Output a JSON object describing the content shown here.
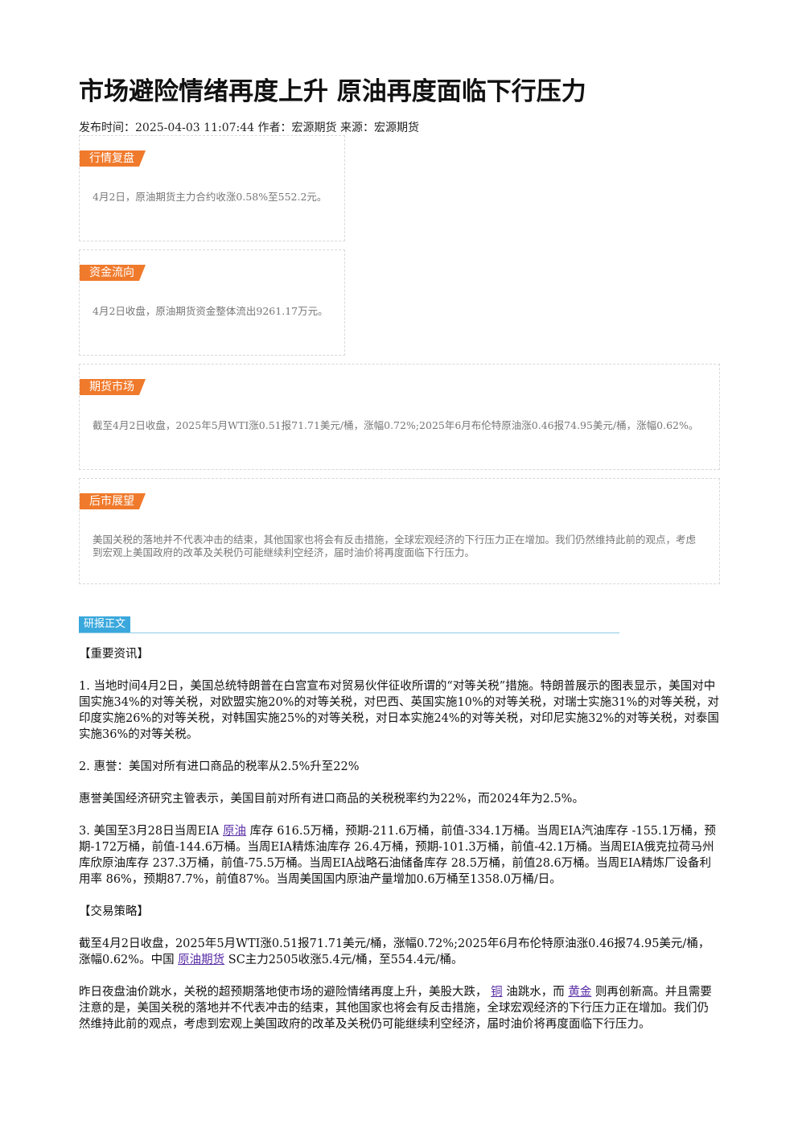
{
  "title": "市场避险情绪再度上升 原油再度面临下行压力",
  "meta": "发布时间：2025-04-03 11:07:44 作者：宏源期货 来源：宏源期货",
  "boxes": [
    {
      "tag": "行情复盘",
      "text": "4月2日，原油期货主力合约收涨0.58%至552.2元。"
    },
    {
      "tag": "资金流向",
      "text": "4月2日收盘，原油期货资金整体流出9261.17万元。"
    },
    {
      "tag": "期货市场",
      "text": "截至4月2日收盘，2025年5月WTI涨0.51报71.71美元/桶，涨幅0.72%;2025年6月布伦特原油涨0.46报74.95美元/桶，涨幅0.62%。"
    },
    {
      "tag": "后市展望",
      "text": "美国关税的落地并不代表冲击的结束，其他国家也将会有反击措施，全球宏观经济的下行压力正在增加。我们仍然维持此前的观点，考虑到宏观上美国政府的改革及关税仍可能继续利空经济，届时油价将再度面临下行压力。"
    }
  ],
  "section_label": "研报正文",
  "article": {
    "h1": "【重要资讯】",
    "p1": "1. 当地时间4月2日，美国总统特朗普在白宫宣布对贸易伙伴征收所谓的“对等关税”措施。特朗普展示的图表显示，美国对中国实施34%的对等关税，对欧盟实施20%的对等关税，对巴西、英国实施10%的对等关税，对瑞士实施31%的对等关税，对印度实施26%的对等关税，对韩国实施25%的对等关税，对日本实施24%的对等关税，对印尼实施32%的对等关税，对泰国实施36%的对等关税。",
    "p2": "2. 惠誉：美国对所有进口商品的税率从2.5%升至22%",
    "p3": "惠誉美国经济研究主管表示，美国目前对所有进口商品的关税税率约为22%，而2024年为2.5%。",
    "p4_a": "3. 美国至3月28日当周EIA ",
    "p4_link": "原油",
    "p4_b": " 库存 616.5万桶，预期-211.6万桶，前值-334.1万桶。当周EIA汽油库存 -155.1万桶，预期-172万桶，前值-144.6万桶。当周EIA精炼油库存 26.4万桶，预期-101.3万桶，前值-42.1万桶。当周EIA俄克拉荷马州库欣原油库存 237.3万桶，前值-75.5万桶。当周EIA战略石油储备库存 28.5万桶，前值28.6万桶。当周EIA精炼厂设备利用率 86%，预期87.7%，前值87%。当周美国国内原油产量增加0.6万桶至1358.0万桶/日。",
    "h2": "【交易策略】",
    "p5_a": "截至4月2日收盘，2025年5月WTI涨0.51报71.71美元/桶，涨幅0.72%;2025年6月布伦特原油涨0.46报74.95美元/桶，涨幅0.62%。中国 ",
    "p5_link": "原油期货",
    "p5_b": " SC主力2505收涨5.4元/桶，至554.4元/桶。",
    "p6_a": "昨日夜盘油价跳水，关税的超预期落地使市场的避险情绪再度上升，美股大跌， ",
    "p6_link1": "铜",
    "p6_b": " 油跳水，而 ",
    "p6_link2": "黄金",
    "p6_c": " 则再创新高。并且需要注意的是，美国关税的落地并不代表冲击的结束，其他国家也将会有反击措施，全球宏观经济的下行压力正在增加。我们仍然维持此前的观点，考虑到宏观上美国政府的改革及关税仍可能继续利空经济，届时油价将再度面临下行压力。"
  }
}
